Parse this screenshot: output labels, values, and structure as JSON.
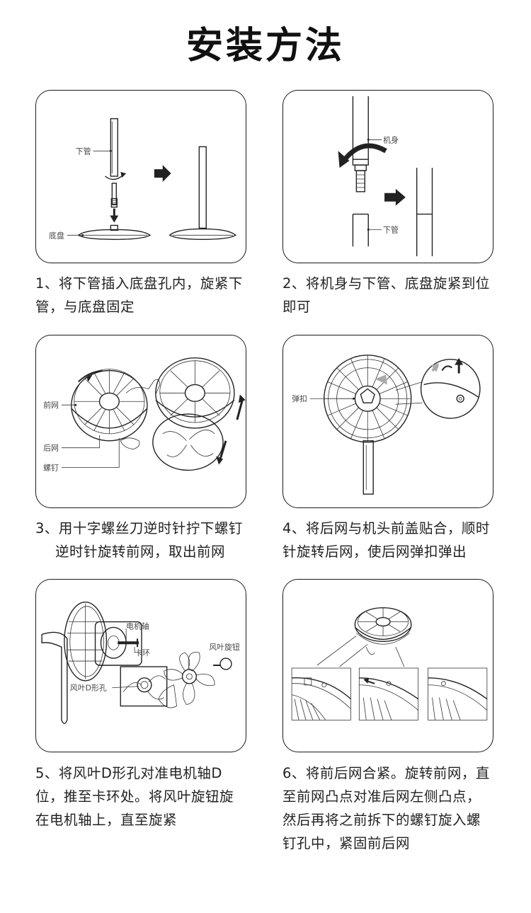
{
  "page_title": "安装方法",
  "steps": [
    {
      "caption_line1": "1、将下管插入底盘孔内，旋紧下",
      "caption_line2": "管，与底盘固定",
      "labels": {
        "lower_tube": "下管",
        "base": "底盘"
      }
    },
    {
      "caption_line1": "2、将机身与下管、底盘旋紧到位",
      "caption_line2": "即可",
      "labels": {
        "body": "机身",
        "lower_tube": "下管"
      }
    },
    {
      "caption_line1": "3、用十字螺丝刀逆时针拧下螺钉",
      "caption_line2": "逆时针旋转前网，取出前网",
      "labels": {
        "front_grill": "前网",
        "rear_grill": "后网",
        "screw": "螺钉"
      }
    },
    {
      "caption_line1": "4、将后网与机头前盖贴合，顺时",
      "caption_line2": "针旋转后网，使后网弹扣弹出",
      "labels": {
        "latch": "弹扣"
      }
    },
    {
      "caption_line1": "5、将风叶D形孔对准电机轴D",
      "caption_line2": "位，推至卡环处。将风叶旋钮旋",
      "caption_line3": "在电机轴上，直至旋紧",
      "labels": {
        "motor_shaft": "电机轴",
        "snap_ring": "卡环",
        "blade_knob": "风叶旋钮",
        "blade_d_hole": "风叶D形孔"
      }
    },
    {
      "caption_line1": "6、将前后网合紧。旋转前网，直",
      "caption_line2": "至前网凸点对准后网左侧凸点，",
      "caption_line3": "然后再将之前拆下的螺钉旋入螺",
      "caption_line4": "钉孔中，紧固前后网"
    }
  ]
}
